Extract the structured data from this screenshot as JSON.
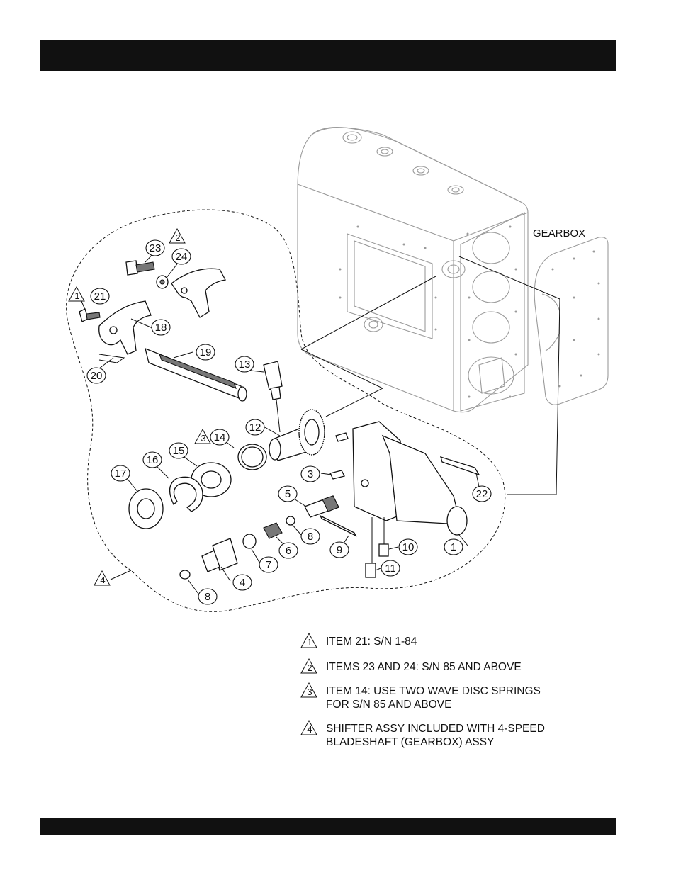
{
  "header": {
    "title": ""
  },
  "footer": {
    "text": ""
  },
  "diagram": {
    "assembly_label": "GEARBOX",
    "callouts": [
      {
        "id": "c1",
        "num": "1"
      },
      {
        "id": "c3",
        "num": "3"
      },
      {
        "id": "c4",
        "num": "4"
      },
      {
        "id": "c5",
        "num": "5"
      },
      {
        "id": "c6",
        "num": "6"
      },
      {
        "id": "c7",
        "num": "7"
      },
      {
        "id": "c8a",
        "num": "8"
      },
      {
        "id": "c8b",
        "num": "8"
      },
      {
        "id": "c9",
        "num": "9"
      },
      {
        "id": "c10",
        "num": "10"
      },
      {
        "id": "c11",
        "num": "11"
      },
      {
        "id": "c12",
        "num": "12"
      },
      {
        "id": "c13",
        "num": "13"
      },
      {
        "id": "c14",
        "num": "14"
      },
      {
        "id": "c15",
        "num": "15"
      },
      {
        "id": "c16",
        "num": "16"
      },
      {
        "id": "c17",
        "num": "17"
      },
      {
        "id": "c18",
        "num": "18"
      },
      {
        "id": "c19",
        "num": "19"
      },
      {
        "id": "c20",
        "num": "20"
      },
      {
        "id": "c21",
        "num": "21"
      },
      {
        "id": "c22",
        "num": "22"
      },
      {
        "id": "c23",
        "num": "23"
      },
      {
        "id": "c24",
        "num": "24"
      }
    ],
    "triangle_marks": [
      {
        "id": "t1",
        "num": "1"
      },
      {
        "id": "t2",
        "num": "2"
      },
      {
        "id": "t3",
        "num": "3"
      },
      {
        "id": "t4",
        "num": "4"
      }
    ]
  },
  "notes": [
    {
      "num": "1",
      "lines": [
        "ITEM 21: S/N 1-84"
      ]
    },
    {
      "num": "2",
      "lines": [
        "ITEMS 23 AND 24: S/N 85 AND ABOVE"
      ]
    },
    {
      "num": "3",
      "lines": [
        "ITEM 14: USE TWO WAVE DISC SPRINGS",
        "FOR S/N 85 AND ABOVE"
      ]
    },
    {
      "num": "4",
      "lines": [
        "SHIFTER ASSY INCLUDED WITH 4-SPEED",
        "BLADESHAFT (GEARBOX) ASSY"
      ]
    }
  ]
}
